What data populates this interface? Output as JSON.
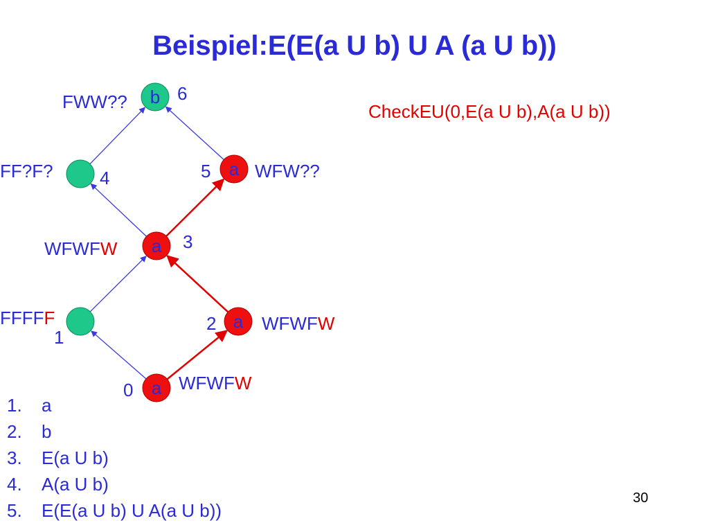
{
  "title": "Beispiel:E(E(a U b) U A (a U b))",
  "check_call": "CheckEU(0,E(a U b),A(a U b))",
  "colors": {
    "blue": "#2a2ad6",
    "red": "#e00000",
    "node_green": "#1ec88a",
    "node_red": "#ee1010",
    "edge_blue": "#3a3ae0"
  },
  "nodes": [
    {
      "id": "0",
      "number": "0",
      "symbol": "a",
      "fill": "red",
      "status": "WFWF",
      "status_red": "W"
    },
    {
      "id": "1",
      "number": "1",
      "symbol": "",
      "fill": "green",
      "status": "FFFF",
      "status_red": "F"
    },
    {
      "id": "2",
      "number": "2",
      "symbol": "a",
      "fill": "red",
      "status": "WFWF",
      "status_red": "W"
    },
    {
      "id": "3",
      "number": "3",
      "symbol": "a",
      "fill": "red",
      "status": "WFWF",
      "status_red": "W"
    },
    {
      "id": "4",
      "number": "4",
      "symbol": "",
      "fill": "green",
      "status": "FF?F?",
      "status_red": ""
    },
    {
      "id": "5",
      "number": "5",
      "symbol": "a",
      "fill": "red",
      "status": "WFW??",
      "status_red": ""
    },
    {
      "id": "6",
      "number": "6",
      "symbol": "b",
      "fill": "green",
      "status": "FWW??",
      "status_red": ""
    }
  ],
  "edges": [
    {
      "from": "0",
      "to": "1",
      "color": "blue"
    },
    {
      "from": "0",
      "to": "2",
      "color": "red"
    },
    {
      "from": "1",
      "to": "3",
      "color": "blue"
    },
    {
      "from": "2",
      "to": "3",
      "color": "red"
    },
    {
      "from": "3",
      "to": "4",
      "color": "blue"
    },
    {
      "from": "3",
      "to": "5",
      "color": "red"
    },
    {
      "from": "4",
      "to": "6",
      "color": "blue"
    },
    {
      "from": "5",
      "to": "6",
      "color": "blue"
    }
  ],
  "formulas": [
    {
      "num": "1.",
      "text": "a"
    },
    {
      "num": "2.",
      "text": "b"
    },
    {
      "num": "3.",
      "text": "E(a U b)"
    },
    {
      "num": "4.",
      "text": "A(a U b)"
    },
    {
      "num": "5.",
      "text": "E(E(a U b) U A(a U b))"
    }
  ],
  "page_number": "30"
}
